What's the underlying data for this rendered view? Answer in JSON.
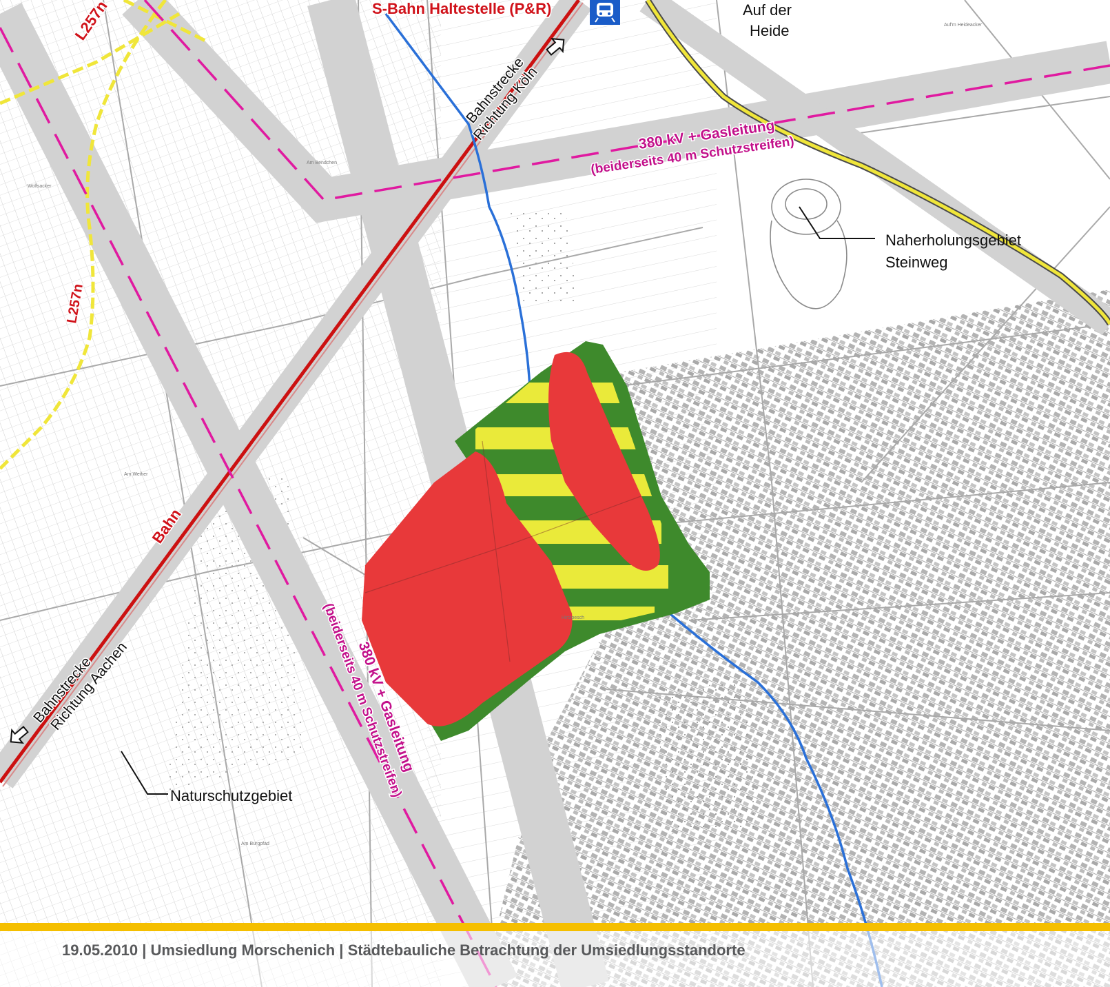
{
  "map": {
    "labels": {
      "sbahn_stop": "S-Bahn Haltestelle (P&R)",
      "rail_koeln_line1": "Bahnstrecke",
      "rail_koeln_line2": "Richtung Köln",
      "rail_aachen_line1": "Bahnstrecke",
      "rail_aachen_line2": "Richtung Aachen",
      "auf_der_heide_line1": "Auf der",
      "auf_der_heide_line2": "Heide",
      "power_line_ne_line1": "380 kV + Gasleitung",
      "power_line_ne_line2": "(beiderseits 40 m Schutzstreifen)",
      "power_line_sw_line1": "380 kV + Gasleitung",
      "power_line_sw_line2": "(beiderseits 40 m Schutzstreifen)",
      "naherholung_line1": "Naherholungsgebiet",
      "naherholung_line2": "Steinweg",
      "naturschutz": "Naturschutzgebiet",
      "road_l257n": "L257n",
      "road_l257n_vertical": "L257n",
      "bahn": "Bahn"
    },
    "small_place_names": [
      "Wolfsacker",
      "Am Bendchen",
      "Auf'm Heideacker",
      "Am Burgpfad",
      "Hirtzpesch",
      "Am Weiher"
    ],
    "legend_colors": {
      "priority_area": "#e8393a",
      "green_buffer": "#3e8a2c",
      "yellow_hatch": "#eaea3a",
      "stream": "#2a70d8",
      "power_corridor": "#e01aa0",
      "main_road": "#f0e63a",
      "railway": "#cc1111",
      "corridor_band": "#d3d3d3"
    },
    "icons": {
      "sbahn": "train-station-icon",
      "arrow_koeln": "arrow-northeast-icon",
      "arrow_aachen": "arrow-southwest-icon"
    }
  },
  "footer": {
    "text": "19.05.2010 | Umsiedlung Morschenich | Städtebauliche Betrachtung der Umsiedlungsstandorte"
  }
}
